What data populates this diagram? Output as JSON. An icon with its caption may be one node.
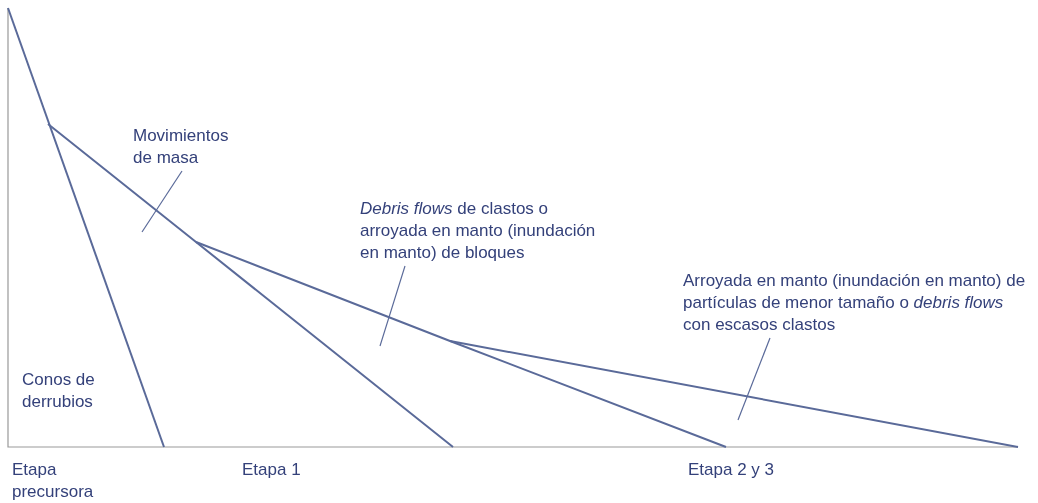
{
  "diagram": {
    "nodes": [
      {
        "text": [
          "Movimientos de masa"
        ]
      },
      {
        "text": [
          "*Debris flows* de clastos o arroyada en manto (inundación en manto) de bloques"
        ]
      },
      {
        "text": [
          "Arroyada en manto (inundación en manto) de partículas de menor tamaño o *debris flows* con escasos clastos"
        ]
      }
    ],
    "edges": [
      {
        "from": 0,
        "to": null,
        "arrow": "none"
      },
      {
        "from": 1,
        "to": null,
        "arrow": "none"
      },
      {
        "from": 2,
        "to": null,
        "arrow": "none"
      }
    ],
    "labels": [
      "Conos de derrubios",
      "Etapa precursora",
      "Etapa 1",
      "Etapa 2 y 3"
    ]
  }
}
